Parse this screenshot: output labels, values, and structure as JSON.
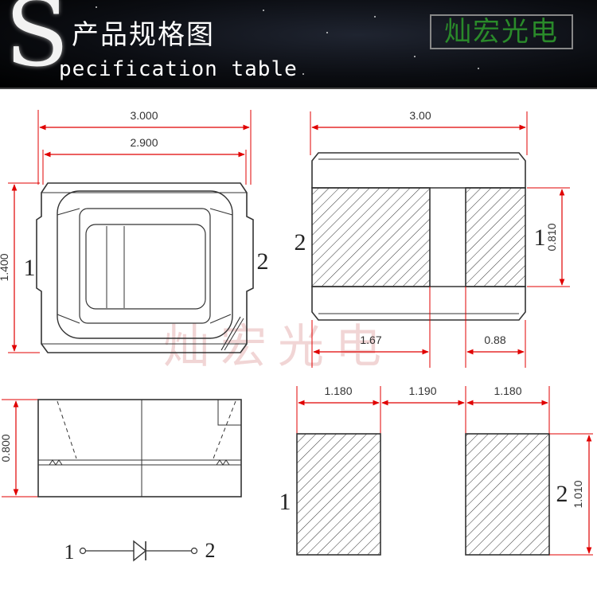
{
  "header": {
    "logo_letter": "S",
    "title_cn": "产品规格图",
    "title_en": "pecification table",
    "brand": "灿宏光电"
  },
  "watermark": "灿宏光电",
  "top_view": {
    "dim_width_outer": "3.000",
    "dim_width_inner": "2.900",
    "dim_height": "1.400",
    "pin_left": "1",
    "pin_right": "2"
  },
  "bottom_view": {
    "dim_width": "3.00",
    "dim_pad_height": "0.810",
    "dim_pad_left": "1.67",
    "dim_pad_right": "0.88",
    "pin_left": "2",
    "pin_right": "1"
  },
  "side_view": {
    "dim_height": "0.800"
  },
  "footprint": {
    "dim_pad1": "1.180",
    "dim_gap": "1.190",
    "dim_pad2": "1.180",
    "dim_height": "1.010",
    "pin_left": "1",
    "pin_right": "2"
  },
  "symbol": {
    "pin_left": "1",
    "pin_right": "2"
  },
  "colors": {
    "dimension": "#e00000",
    "outline": "#333333",
    "brand": "#2a8a2a"
  }
}
